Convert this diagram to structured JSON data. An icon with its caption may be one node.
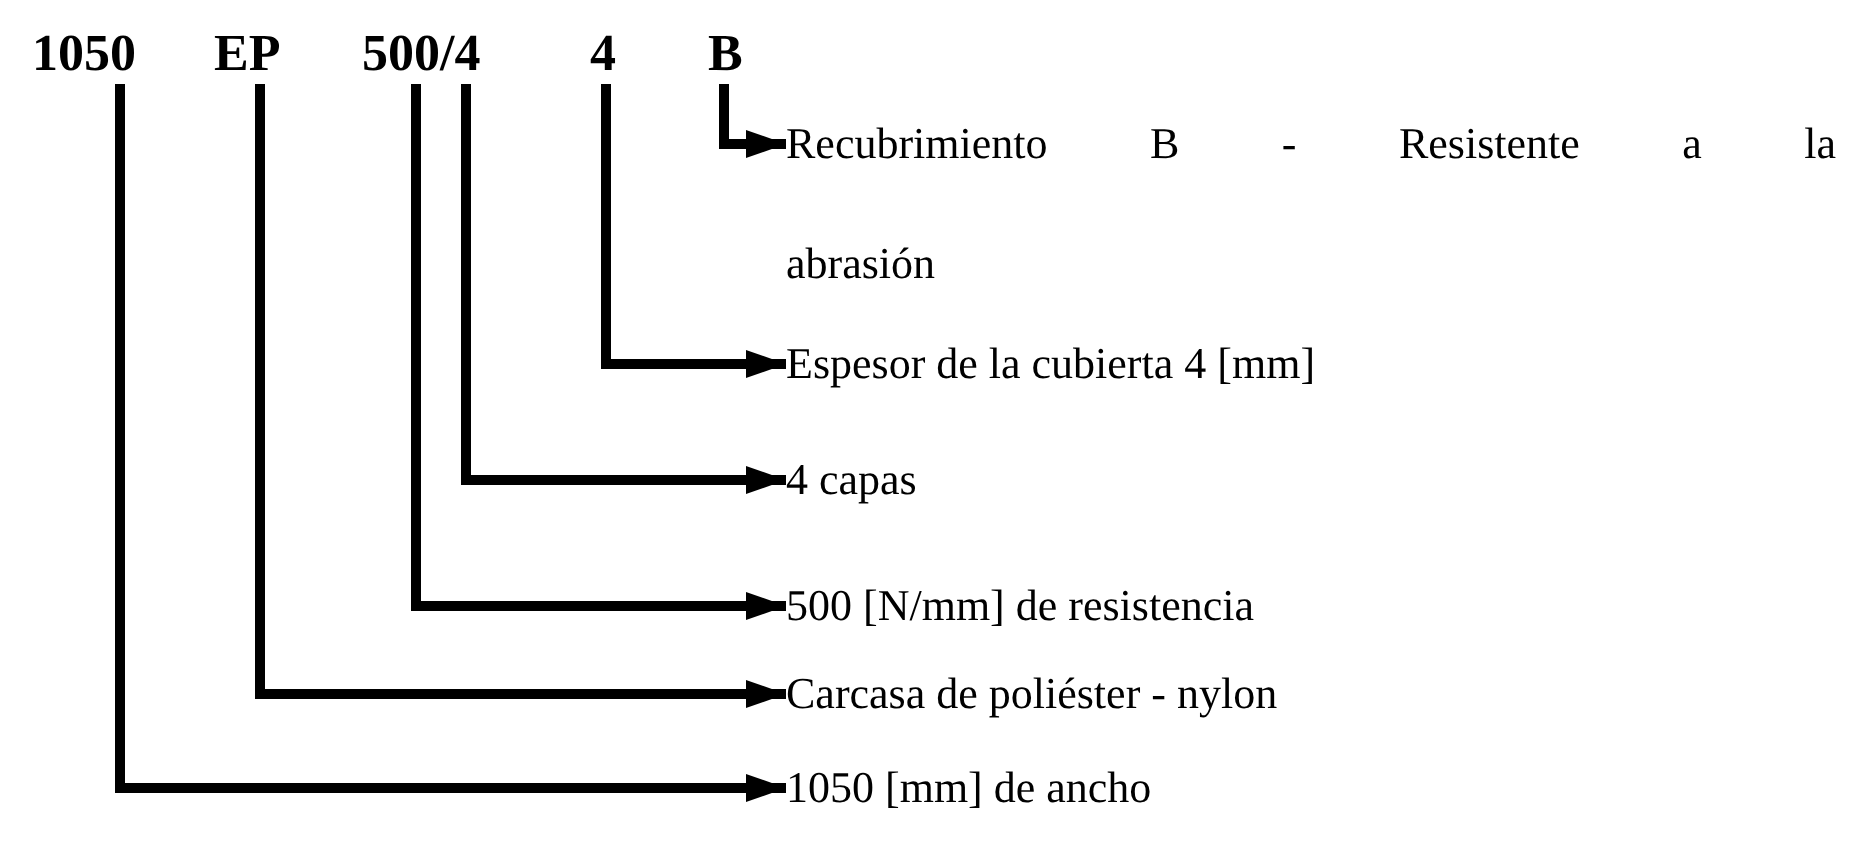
{
  "diagram": {
    "nodes": [
      {
        "text": [
          "1050"
        ]
      },
      {
        "text": [
          "EP"
        ]
      },
      {
        "text": [
          "500/4"
        ]
      },
      {
        "text": [
          "4"
        ]
      },
      {
        "text": [
          "B"
        ]
      },
      {
        "text": [
          "Recubrimiento B - Resistente a la abrasión"
        ]
      },
      {
        "text": [
          "Espesor de la cubierta 4 [mm]"
        ]
      },
      {
        "text": [
          "4 capas"
        ]
      },
      {
        "text": [
          "500 [N/mm] de resistencia"
        ]
      },
      {
        "text": [
          "Carcasa de poliéster - nylon"
        ]
      },
      {
        "text": [
          "1050 [mm] de ancho"
        ]
      }
    ],
    "edges": [
      {
        "from": 4,
        "to": 5,
        "arrow": "to"
      },
      {
        "from": 3,
        "to": 6,
        "arrow": "to"
      },
      {
        "from": 2,
        "to": 7,
        "arrow": "to"
      },
      {
        "from": 2,
        "to": 8,
        "arrow": "to"
      },
      {
        "from": 1,
        "to": 9,
        "arrow": "to"
      },
      {
        "from": 0,
        "to": 10,
        "arrow": "to"
      }
    ]
  }
}
